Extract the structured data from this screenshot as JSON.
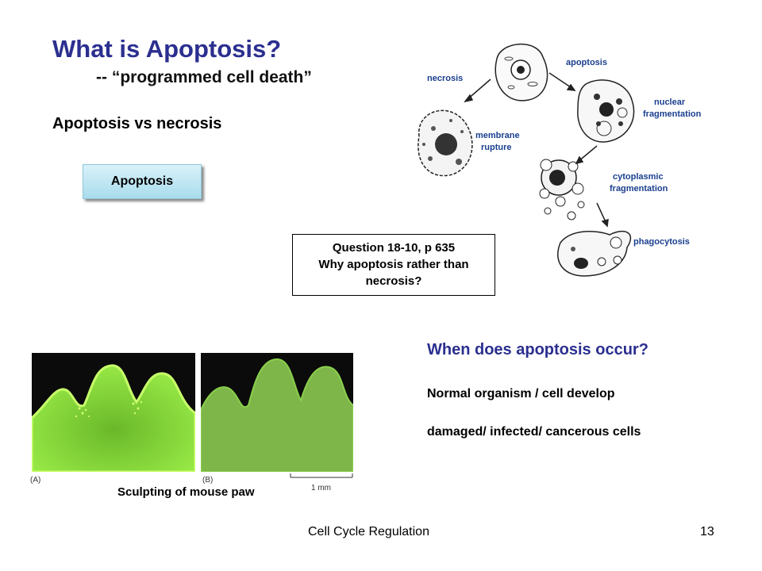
{
  "title": "What is Apoptosis?",
  "subtitle": "-- “programmed cell death”",
  "comparison_heading": "Apoptosis vs necrosis",
  "apoptosis_button": "Apoptosis",
  "question": {
    "line1": "Question 18-10, p 635",
    "line2": "Why apoptosis rather than",
    "line3": "necrosis?"
  },
  "diagram": {
    "necrosis": "necrosis",
    "apoptosis": "apoptosis",
    "membrane_rupture_1": "membrane",
    "membrane_rupture_2": "rupture",
    "nuclear_fragmentation_1": "nuclear",
    "nuclear_fragmentation_2": "fragmentation",
    "cytoplasmic_fragmentation_1": "cytoplasmic",
    "cytoplasmic_fragmentation_2": "fragmentation",
    "phagocytosis": "phagocytosis",
    "label_color": "#1a3f8f"
  },
  "when_heading": "When does apoptosis occur?",
  "occurrences": {
    "normal": "Normal organism / cell develop",
    "damaged": "damaged/ infected/ cancerous cells"
  },
  "paw_figure": {
    "panel_a": "(A)",
    "panel_b": "(B)",
    "scale": "1 mm",
    "caption": "Sculpting of mouse paw"
  },
  "footer": {
    "text": "Cell Cycle Regulation",
    "page": "13"
  },
  "colors": {
    "title": "#2b2f8f",
    "button_top": "#d9f2fa",
    "button_bottom": "#a9dcec",
    "paw_fluorescence": "#7ed321"
  }
}
